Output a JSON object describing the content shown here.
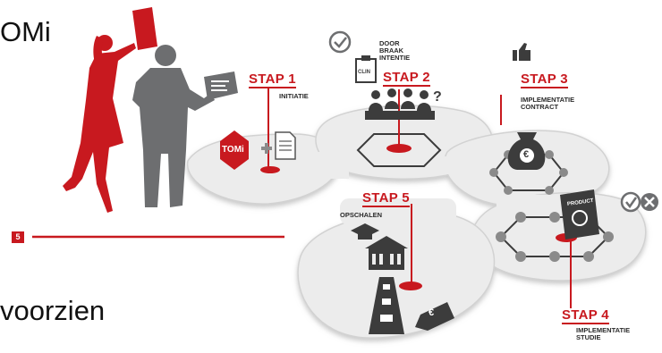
{
  "slide": {
    "title_fragment": "OMi",
    "bottom_fragment": "voorzien",
    "page_number": "5"
  },
  "diagram": {
    "tomi_badge": "TOMi",
    "steps": [
      {
        "label": "STAP 1",
        "sub": "INITIATIE"
      },
      {
        "label": "STAP 2",
        "sub": "DOOR\nBRAAK\nINTENTIE"
      },
      {
        "label": "STAP 3",
        "sub": "IMPLEMENTATIE\nCONTRACT"
      },
      {
        "label": "STAP 4",
        "sub": "IMPLEMENTATIE\nSTUDIE"
      },
      {
        "label": "STAP 5",
        "sub": "OPSCHALEN"
      }
    ],
    "product_label": "PRODUCT",
    "money_symbol": "€",
    "card_label": "CLIN",
    "question_mark": "?"
  },
  "colors": {
    "accent_red": "#c8191f",
    "figure_gray": "#6d6e70",
    "platform_light": "#ececec",
    "platform_shadow": "#c9c9c9",
    "dark_gray": "#3c3c3c"
  }
}
